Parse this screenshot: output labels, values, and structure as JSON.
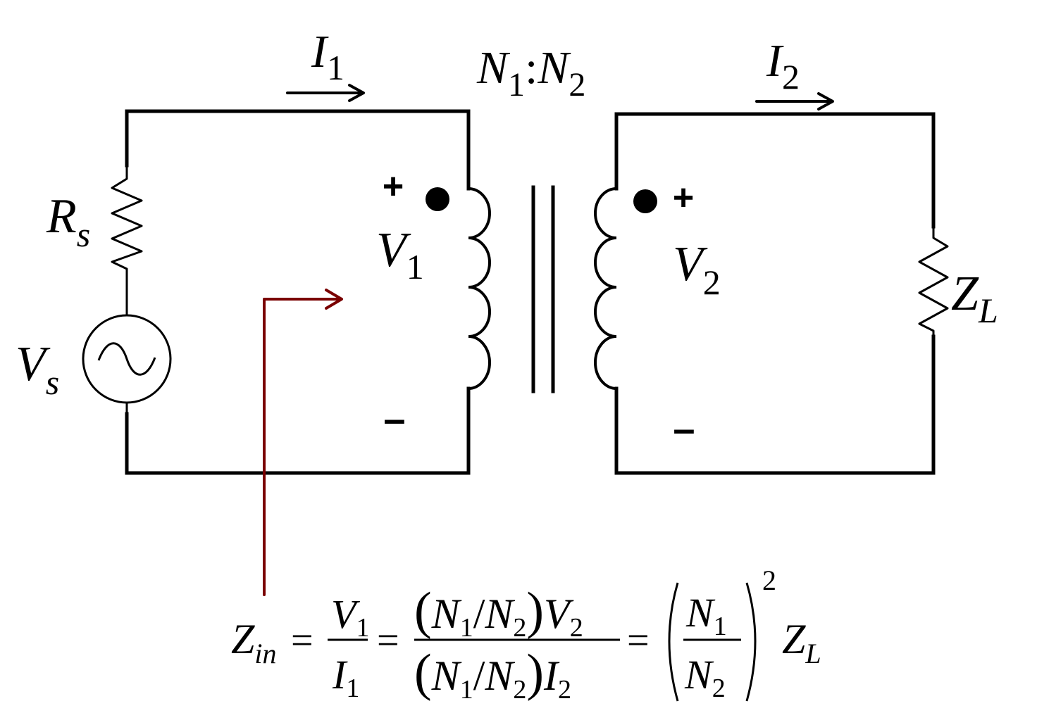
{
  "labels": {
    "i1": {
      "main": "I",
      "sub": "1"
    },
    "i2": {
      "main": "I",
      "sub": "2"
    },
    "ratio": {
      "n": "N",
      "s1": "1",
      "colon": ":",
      "s2": "2"
    },
    "rs": {
      "main": "R",
      "sub": "s"
    },
    "vs": {
      "main": "V",
      "sub": "s"
    },
    "v1": {
      "main": "V",
      "sub": "1",
      "plus": "+",
      "minus": "–"
    },
    "v2": {
      "main": "V",
      "sub": "2",
      "plus": "+",
      "minus": "–"
    },
    "zl": {
      "main": "Z",
      "sub": "L"
    }
  },
  "equation": {
    "zin": "Z",
    "zin_sub": "in",
    "eq": "=",
    "v": "V",
    "i": "I",
    "n": "N",
    "one": "1",
    "two": "2",
    "slash": "/",
    "lp": "(",
    "rp": ")",
    "square": "2",
    "zl": "Z",
    "zl_sub": "L"
  },
  "colors": {
    "wire": "#000000",
    "pointer": "#7a0000"
  }
}
